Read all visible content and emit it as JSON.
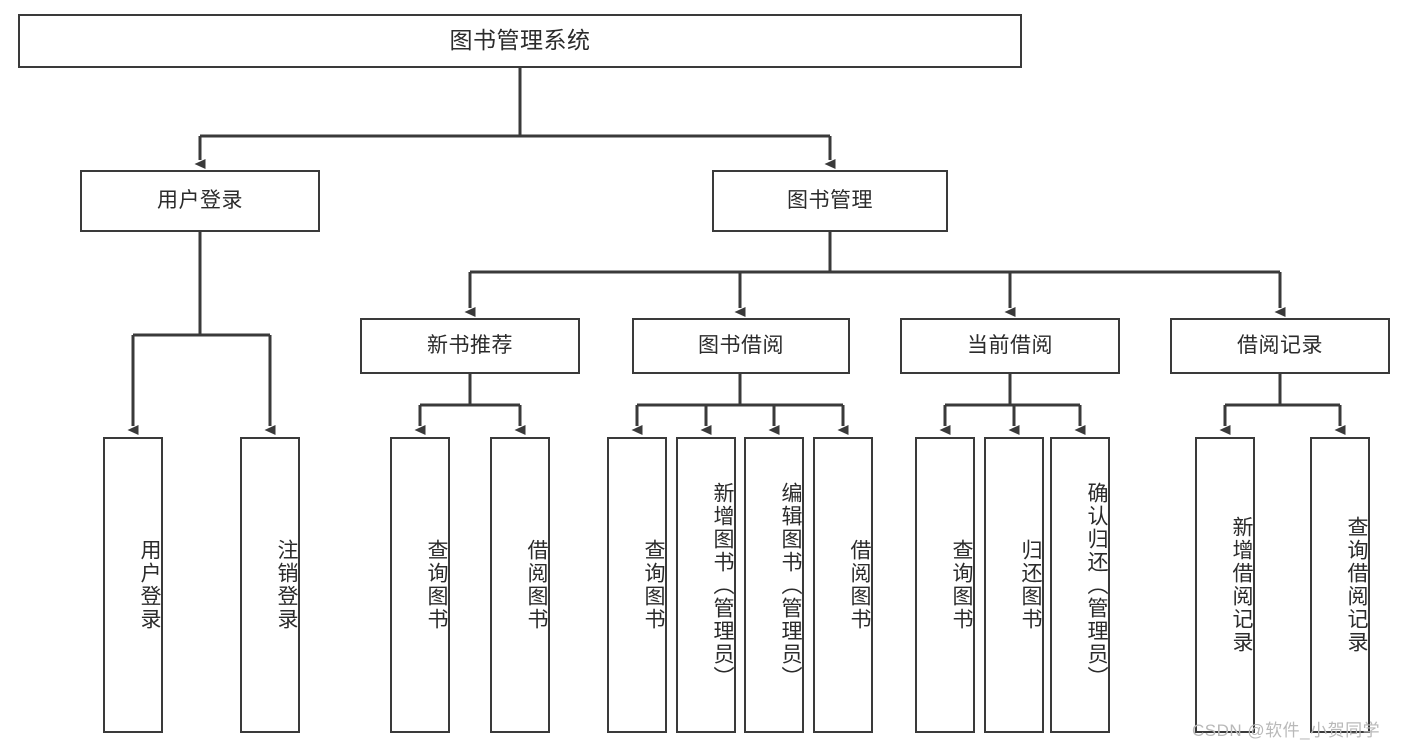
{
  "diagram": {
    "type": "tree-hierarchy-chart",
    "title": "图书管理系统",
    "stroke_color": "#3a3a3a",
    "text_color": "#2b2b2b",
    "background_color": "#ffffff",
    "root": {
      "id": "root",
      "label": "图书管理系统"
    },
    "level1": [
      {
        "id": "user-login",
        "label": "用户登录"
      },
      {
        "id": "book-management",
        "label": "图书管理"
      }
    ],
    "level2": [
      {
        "id": "new-book-recommend",
        "label": "新书推荐",
        "parent": "book-management"
      },
      {
        "id": "book-borrow",
        "label": "图书借阅",
        "parent": "book-management"
      },
      {
        "id": "current-borrow",
        "label": "当前借阅",
        "parent": "book-management"
      },
      {
        "id": "borrow-record",
        "label": "借阅记录",
        "parent": "book-management"
      }
    ],
    "leaves": {
      "user_login": [
        {
          "id": "leaf-user-login",
          "label": "用户登录"
        },
        {
          "id": "leaf-logout-login",
          "label": "注销登录"
        }
      ],
      "new_book_recommend": [
        {
          "id": "leaf-query-book-1",
          "label": "查询图书"
        },
        {
          "id": "leaf-borrow-book-1",
          "label": "借阅图书"
        }
      ],
      "book_borrow": [
        {
          "id": "leaf-query-book-2",
          "label": "查询图书"
        },
        {
          "id": "leaf-add-book",
          "label": "新增图书（管理员）"
        },
        {
          "id": "leaf-edit-book",
          "label": "编辑图书（管理员）"
        },
        {
          "id": "leaf-borrow-book-2",
          "label": "借阅图书"
        }
      ],
      "current_borrow": [
        {
          "id": "leaf-query-book-3",
          "label": "查询图书"
        },
        {
          "id": "leaf-return-book",
          "label": "归还图书"
        },
        {
          "id": "leaf-confirm-return",
          "label": "确认归还（管理员）"
        }
      ],
      "borrow_record": [
        {
          "id": "leaf-add-record",
          "label": "新增借阅记录"
        },
        {
          "id": "leaf-query-record",
          "label": "查询借阅记录"
        }
      ]
    }
  },
  "watermark": {
    "text": "CSDN @软件_小贺同学"
  }
}
